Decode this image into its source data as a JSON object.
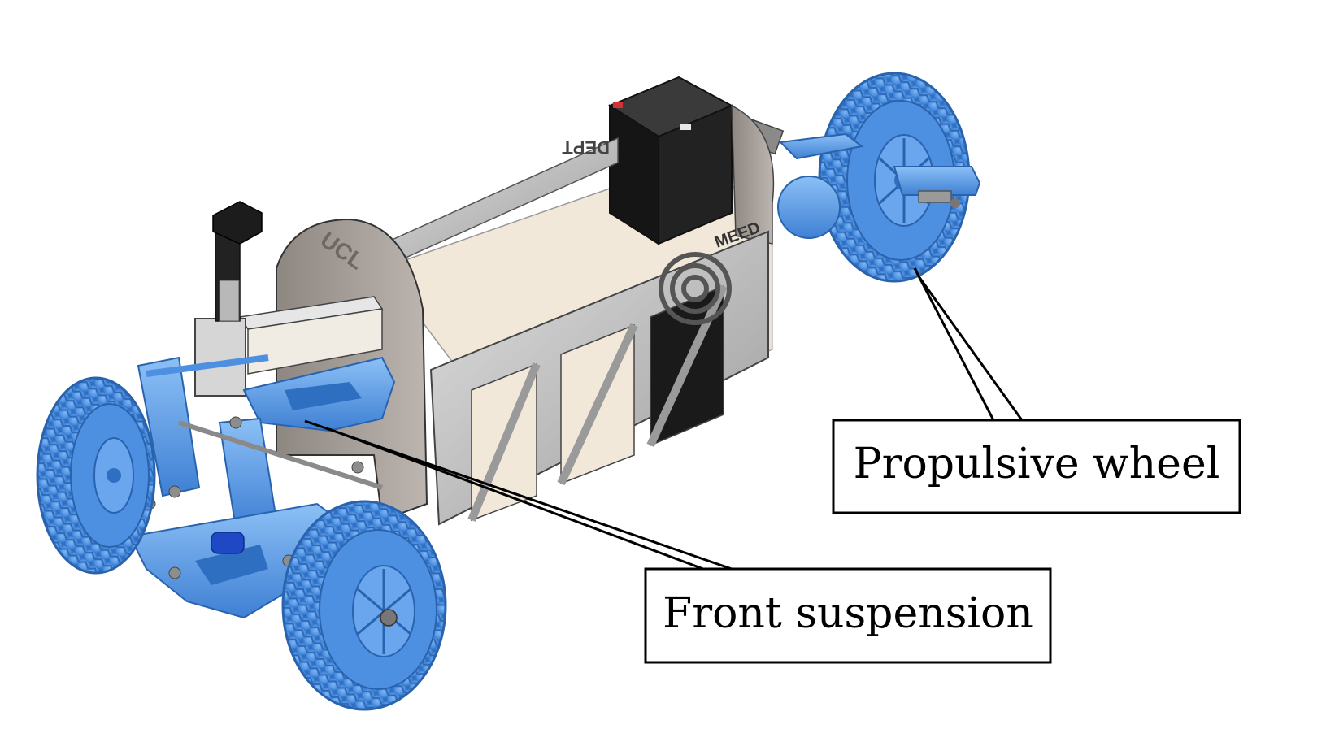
{
  "labels": {
    "propulsive_wheel": "Propulsive wheel",
    "front_suspension": "Front suspension"
  },
  "engraving": {
    "front_plate": "UCL",
    "side_text": "MEED",
    "top_text": "DEPT"
  },
  "colors": {
    "suspension_blue": "#5a9be8",
    "frame_gray": "#c8c8c8",
    "plate_brown": "#a8a19b",
    "battery_black": "#1e1e1e",
    "floor_cream": "#f2e8da"
  }
}
